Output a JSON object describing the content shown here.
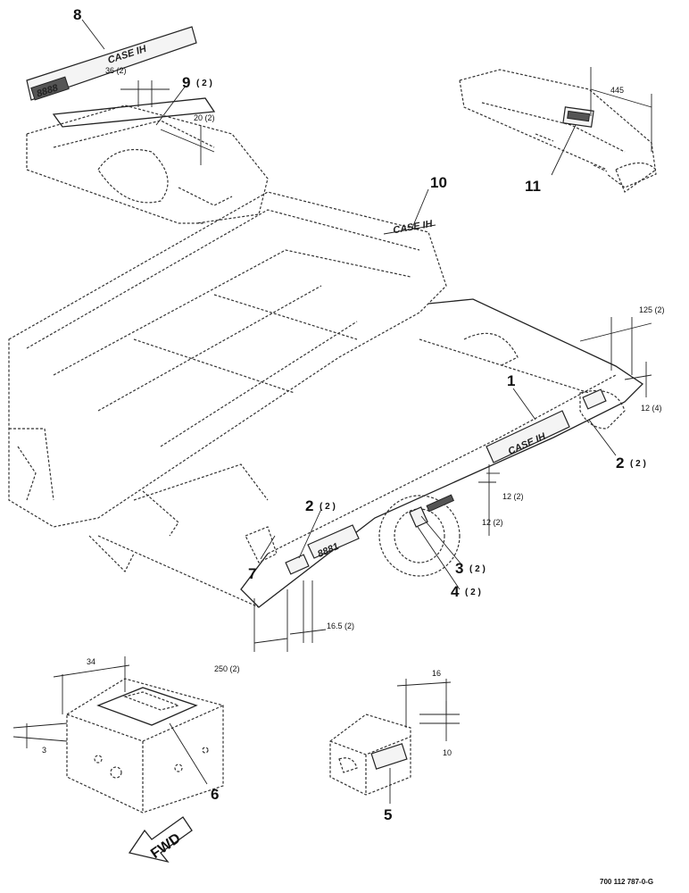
{
  "callouts": [
    {
      "num": "1",
      "qty": ""
    },
    {
      "num": "2",
      "qty": "( 2 )"
    },
    {
      "num": "2",
      "qty": "( 2 )"
    },
    {
      "num": "3",
      "qty": "( 2 )"
    },
    {
      "num": "4",
      "qty": "( 2 )"
    },
    {
      "num": "5",
      "qty": ""
    },
    {
      "num": "6",
      "qty": ""
    },
    {
      "num": "7",
      "qty": ""
    },
    {
      "num": "8",
      "qty": ""
    },
    {
      "num": "9",
      "qty": "( 2 )"
    },
    {
      "num": "10",
      "qty": ""
    },
    {
      "num": "11",
      "qty": ""
    }
  ],
  "dimensions": {
    "d36": "36 (2)",
    "d20": "20 (2)",
    "d445": "445",
    "d125": "125 (2)",
    "d12x4": "12 (4)",
    "d12a": "12 (2)",
    "d12b": "12 (2)",
    "d16_5": "16.5 (2)",
    "d250": "250 (2)",
    "d34": "34",
    "d3": "3",
    "d16": "16",
    "d10": "10"
  },
  "decals": {
    "case_ih": "CASE IH",
    "model": "8881",
    "model_top": "8888"
  },
  "fwd_label": "FWD",
  "reference": "700 112 787-0-G"
}
